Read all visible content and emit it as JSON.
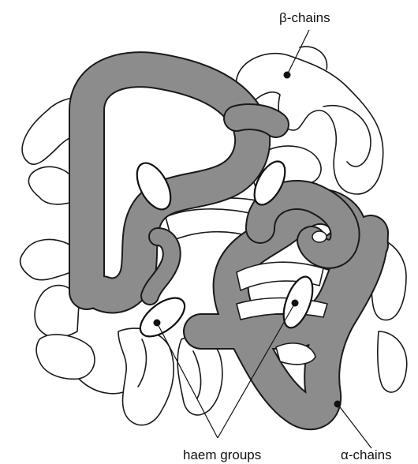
{
  "labels": {
    "beta": "β-chains",
    "haem": "haem groups",
    "alpha": "α-chains"
  },
  "colors": {
    "alpha_chain_fill": "#8c8c8c",
    "beta_chain_fill": "#ffffff",
    "outline": "#1a1a1a"
  }
}
